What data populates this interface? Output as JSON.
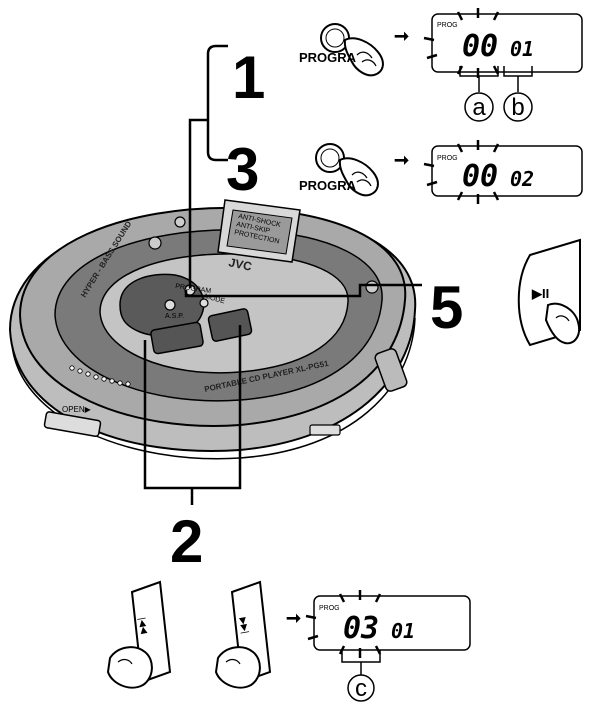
{
  "steps": {
    "s1": "1",
    "s3": "3",
    "s5": "5",
    "s2": "2"
  },
  "buttons": {
    "program_top": "PROGRA",
    "program_mid": "PROGRA"
  },
  "displays": {
    "d1": {
      "prog": "PROG",
      "track": "00",
      "num": "01"
    },
    "d2": {
      "prog": "PROG",
      "track": "00",
      "num": "02"
    },
    "d3": {
      "prog": "PROG",
      "track": "03",
      "num": "01"
    }
  },
  "callouts": {
    "a": "a",
    "b": "b",
    "c": "c"
  },
  "player": {
    "brand": "JVC",
    "hyper_bass": "HYPER - BASS SOUND",
    "model": "PORTABLE CD PLAYER XL-PG51",
    "program": "PROGRAM",
    "asp": "A.S.P.",
    "mode": "MODE",
    "open": "OPEN▶",
    "anti_shock_1": "ANTI-SHOCK",
    "anti_shock_2": "ANTI-SKIP",
    "anti_shock_3": "PROTECTION"
  }
}
